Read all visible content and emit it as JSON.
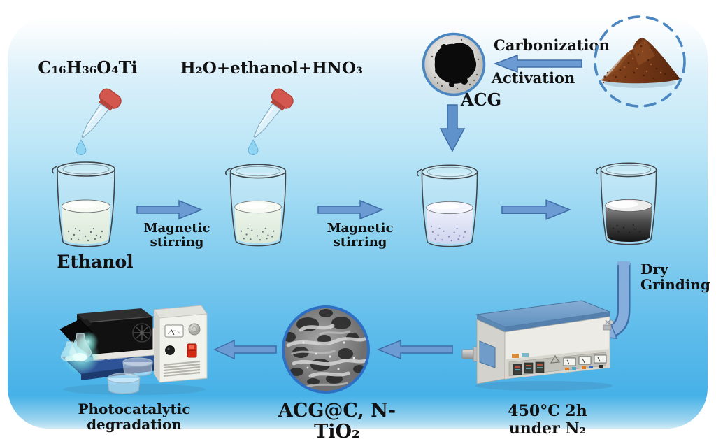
{
  "colors": {
    "accent_blue": "#4a86c0",
    "arrow_fill": "#6b9bd2",
    "arrow_outline": "#3f6ea8",
    "background_blue": "#46b1e7",
    "text": "#111111"
  },
  "flow": {
    "precursor": "C₁₆H₃₆O₄Ti",
    "solvent_mix": "H₂O+ethanol+HNO₃",
    "carbonization": "Carbonization",
    "activation": "Activation",
    "acg": "ACG",
    "ethanol": "Ethanol",
    "stir1": "Magnetic stirring",
    "stir2": "Magnetic stirring",
    "dry1": "Dry",
    "dry2": "Grinding",
    "furnace_conditions": "450°C 2h under N₂",
    "product": "ACG@C, N-TiO₂",
    "application": "Photocatalytic degradation"
  }
}
